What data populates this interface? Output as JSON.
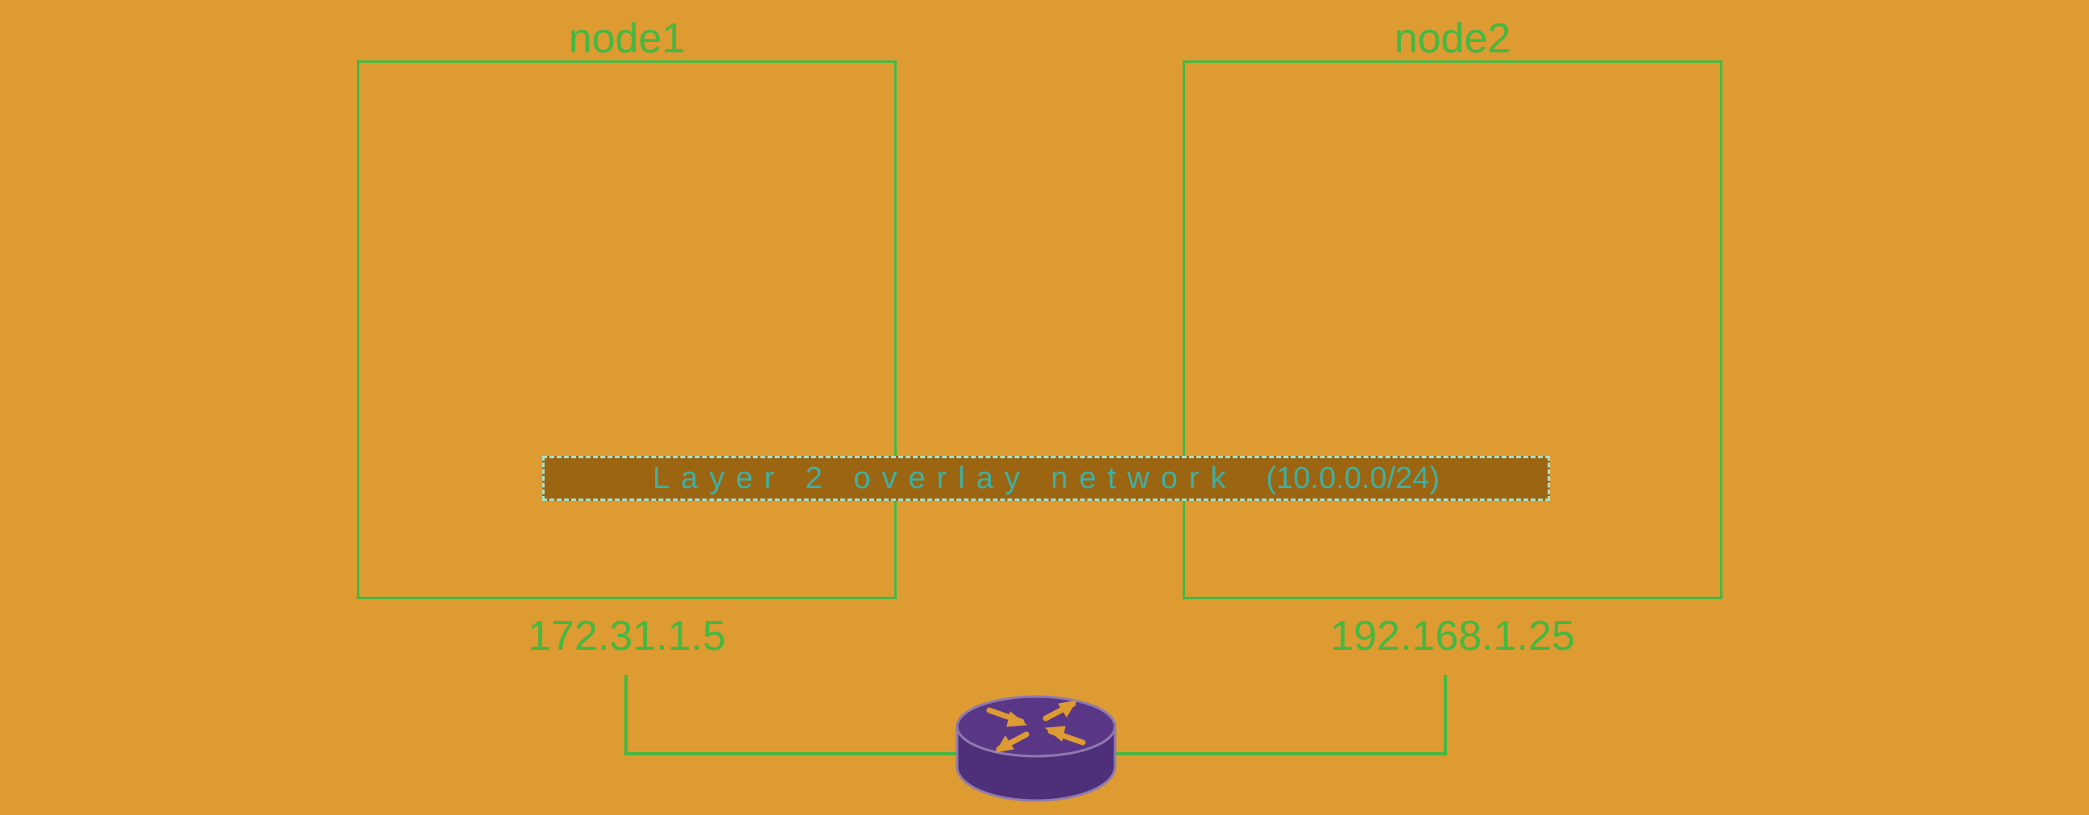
{
  "diagram": {
    "nodes": [
      {
        "name": "node1",
        "ip": "172.31.1.5"
      },
      {
        "name": "node2",
        "ip": "192.168.1.25"
      }
    ],
    "overlay": {
      "label": "Layer 2 overlay network",
      "cidr": "(10.0.0.0/24)"
    },
    "router": {
      "icon": "router-icon"
    },
    "colors": {
      "background": "#DD9B32",
      "node_border": "#44B843",
      "overlay_fill": "#9C6512",
      "overlay_border": "#A9E0C9",
      "overlay_text": "#3FB0A2",
      "router_body": "#4E2F7A",
      "router_arrows": "#DD9B32"
    }
  }
}
